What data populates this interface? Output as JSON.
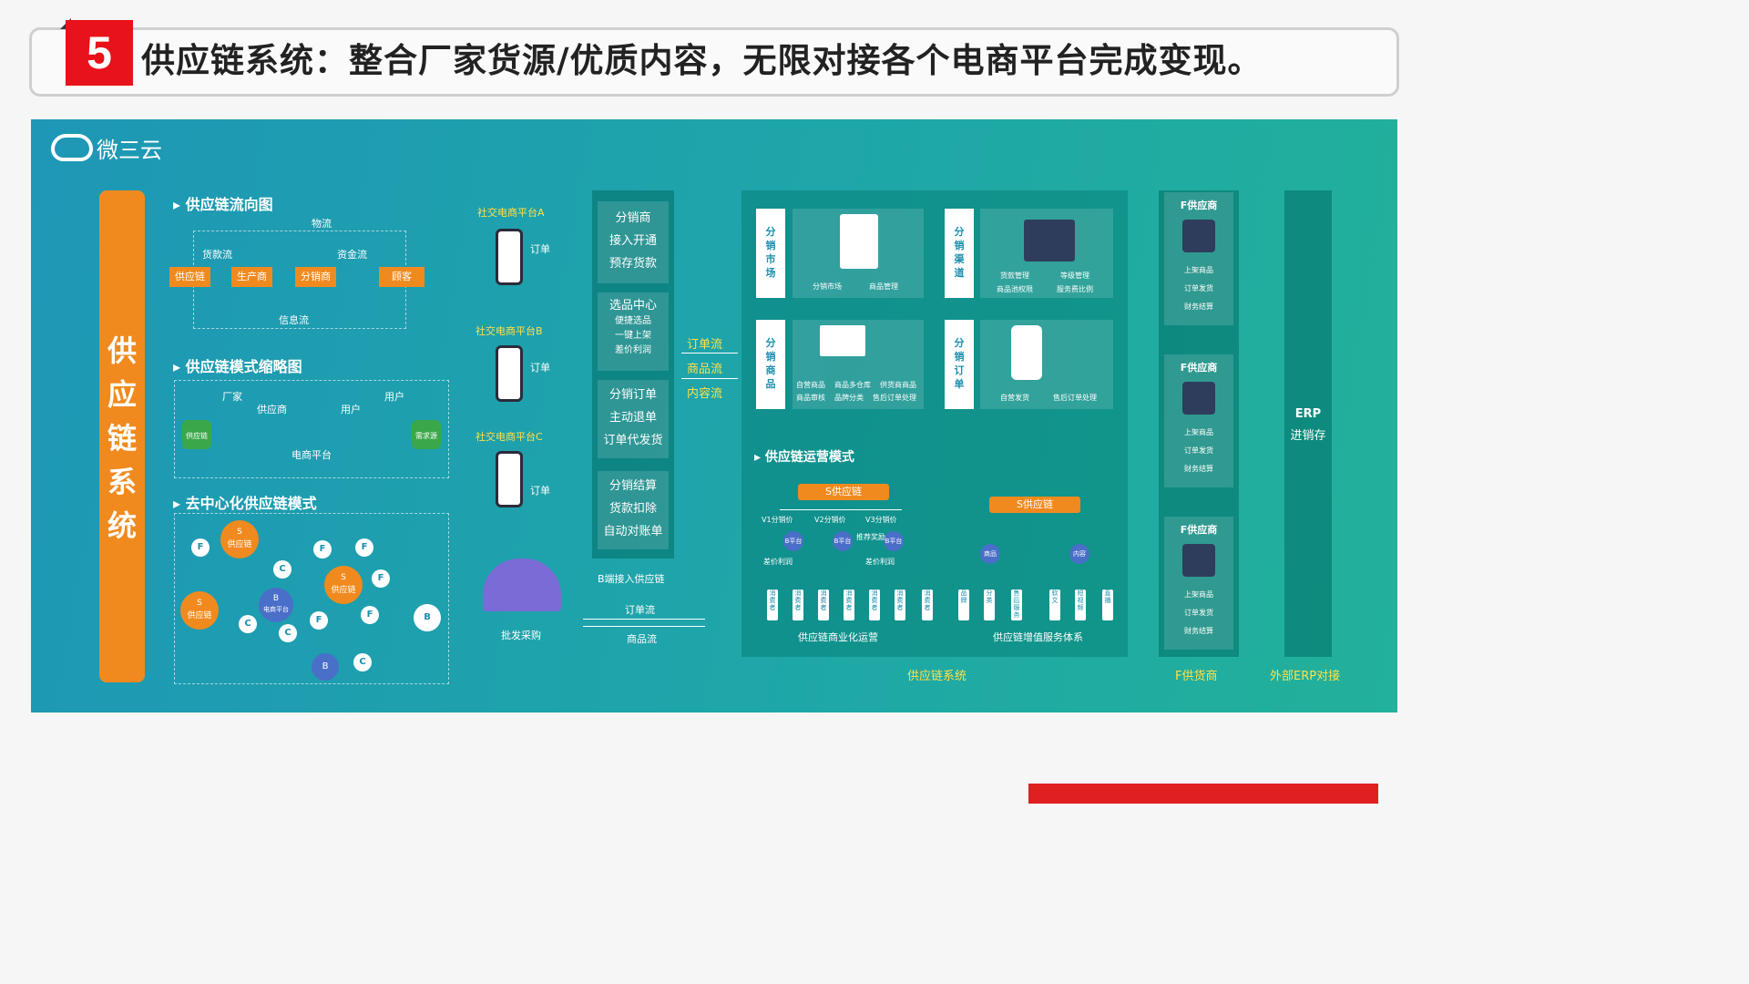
{
  "header": {
    "number": "5",
    "title": "供应链系统：整合厂家货源/优质内容，无限对接各个电商平台完成变现。"
  },
  "brand": {
    "logo_text": "微三云"
  },
  "left_bar": {
    "label": "供应链系统"
  },
  "flow": {
    "heading": "供应链流向图",
    "logistics": "物流",
    "payment_flow": "货款流",
    "capital_flow": "资金流",
    "info_flow": "信息流",
    "steps": [
      "供应链",
      "生产商",
      "分销商",
      "顾客"
    ]
  },
  "mode": {
    "heading": "供应链模式缩略图",
    "supply": "供应链",
    "factory": "厂家",
    "supplier": "供应商",
    "user1": "用户",
    "user2": "用户",
    "platform": "电商平台",
    "demand": "需求源"
  },
  "decentral": {
    "heading": "去中心化供应链模式",
    "s_label": "S",
    "s_sub": "供应链",
    "b_label": "B",
    "b_sub": "电商平台",
    "f": "F",
    "c": "C",
    "b": "B"
  },
  "platforms": [
    {
      "name": "社交电商平台A",
      "order": "订单"
    },
    {
      "name": "社交电商平台B",
      "order": "订单"
    },
    {
      "name": "社交电商平台C",
      "order": "订单"
    }
  ],
  "wholesale": {
    "label": "批发采购",
    "b_access": "B端接入供应链",
    "order_flow": "订单流",
    "goods_flow": "商品流"
  },
  "distributor_col": [
    {
      "lines": [
        "分销商",
        "接入开通",
        "预存货款"
      ]
    },
    {
      "title": "选品中心",
      "lines": [
        "便捷选品",
        "一键上架",
        "差价利润"
      ]
    },
    {
      "lines": [
        "分销订单",
        "主动退单",
        "订单代发货"
      ]
    },
    {
      "lines": [
        "分销结算",
        "货款扣除",
        "自动对账单"
      ]
    }
  ],
  "flows": {
    "order": "订单流",
    "goods": "商品流",
    "content": "内容流"
  },
  "system": {
    "tabs": [
      {
        "label": "分销市场",
        "items": [
          "分销市场",
          "商品管理"
        ]
      },
      {
        "label": "分销渠道",
        "items": [
          "货款管理",
          "等级管理",
          "商品池权限",
          "服务费比例"
        ]
      },
      {
        "label": "分销商品",
        "items": [
          "自营商品",
          "商品多仓库",
          "供货商商品",
          "商品审核",
          "品牌分类",
          "售后订单处理"
        ]
      },
      {
        "label": "分销订单",
        "items": [
          "自营发货",
          "售后订单处理"
        ]
      }
    ],
    "ops_heading": "供应链运营模式",
    "s_chain": "S供应链",
    "s_chain2": "S供应链",
    "prices": [
      "V1分销价",
      "V2分销价",
      "V3分销价"
    ],
    "b_platform": "B平台",
    "recommend": "推荐奖励",
    "spread": "差价利润",
    "consumer": "消费者",
    "goods": "商品",
    "content": "内容",
    "value_items": [
      "品牌",
      "分类",
      "售后服务",
      "软文",
      "短视频",
      "直播"
    ],
    "commerce_label": "供应链商业化运营",
    "value_label": "供应链增值服务体系",
    "footer": "供应链系统"
  },
  "suppliers": {
    "items": [
      {
        "title": "F供应商",
        "lines": [
          "上架商品",
          "订单发货",
          "财务结算"
        ]
      },
      {
        "title": "F供应商",
        "lines": [
          "上架商品",
          "订单发货",
          "财务结算"
        ]
      },
      {
        "title": "F供应商",
        "lines": [
          "上架商品",
          "订单发货",
          "财务结算"
        ]
      }
    ],
    "footer": "F供货商"
  },
  "erp": {
    "line1": "ERP",
    "line2": "进销存",
    "footer": "外部ERP对接"
  },
  "colors": {
    "accent": "#f08a1e",
    "red": "#e8121a",
    "teal": "#1ea6a8",
    "yellow": "#ffe14a"
  }
}
